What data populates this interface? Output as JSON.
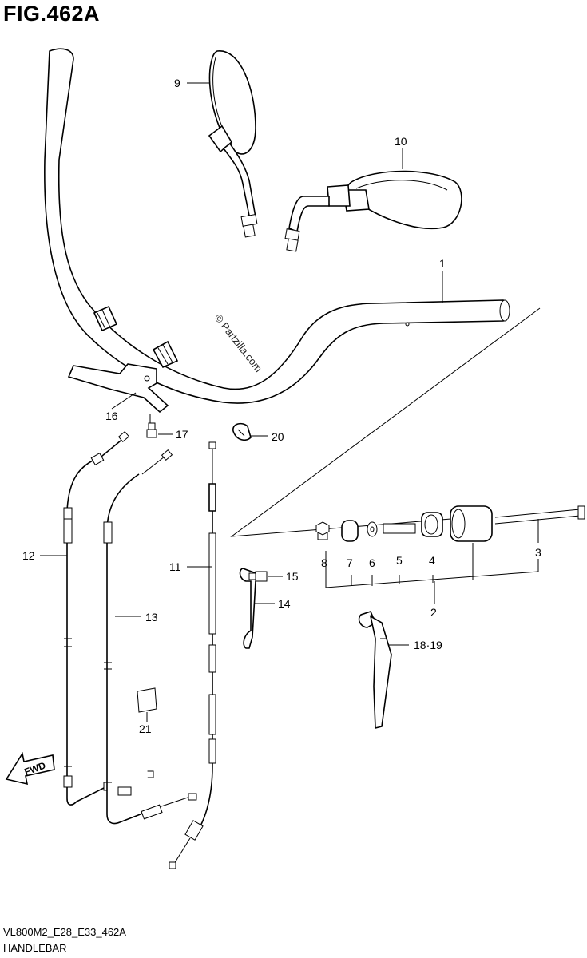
{
  "figure": {
    "title": "FIG.462A",
    "code": "VL800M2_E28_E33_462A",
    "caption": "HANDLEBAR",
    "watermark": "© Partzilla.com",
    "direction_marker": "FWD"
  },
  "callouts": {
    "p1": "1",
    "p2": "2",
    "p3": "3",
    "p4": "4",
    "p5": "5",
    "p6": "6",
    "p7": "7",
    "p8": "8",
    "p9": "9",
    "p10": "10",
    "p11": "11",
    "p12": "12",
    "p13": "13",
    "p14": "14",
    "p15": "15",
    "p16": "16",
    "p17": "17",
    "p18_19": "18·19",
    "p20": "20",
    "p21": "21"
  }
}
